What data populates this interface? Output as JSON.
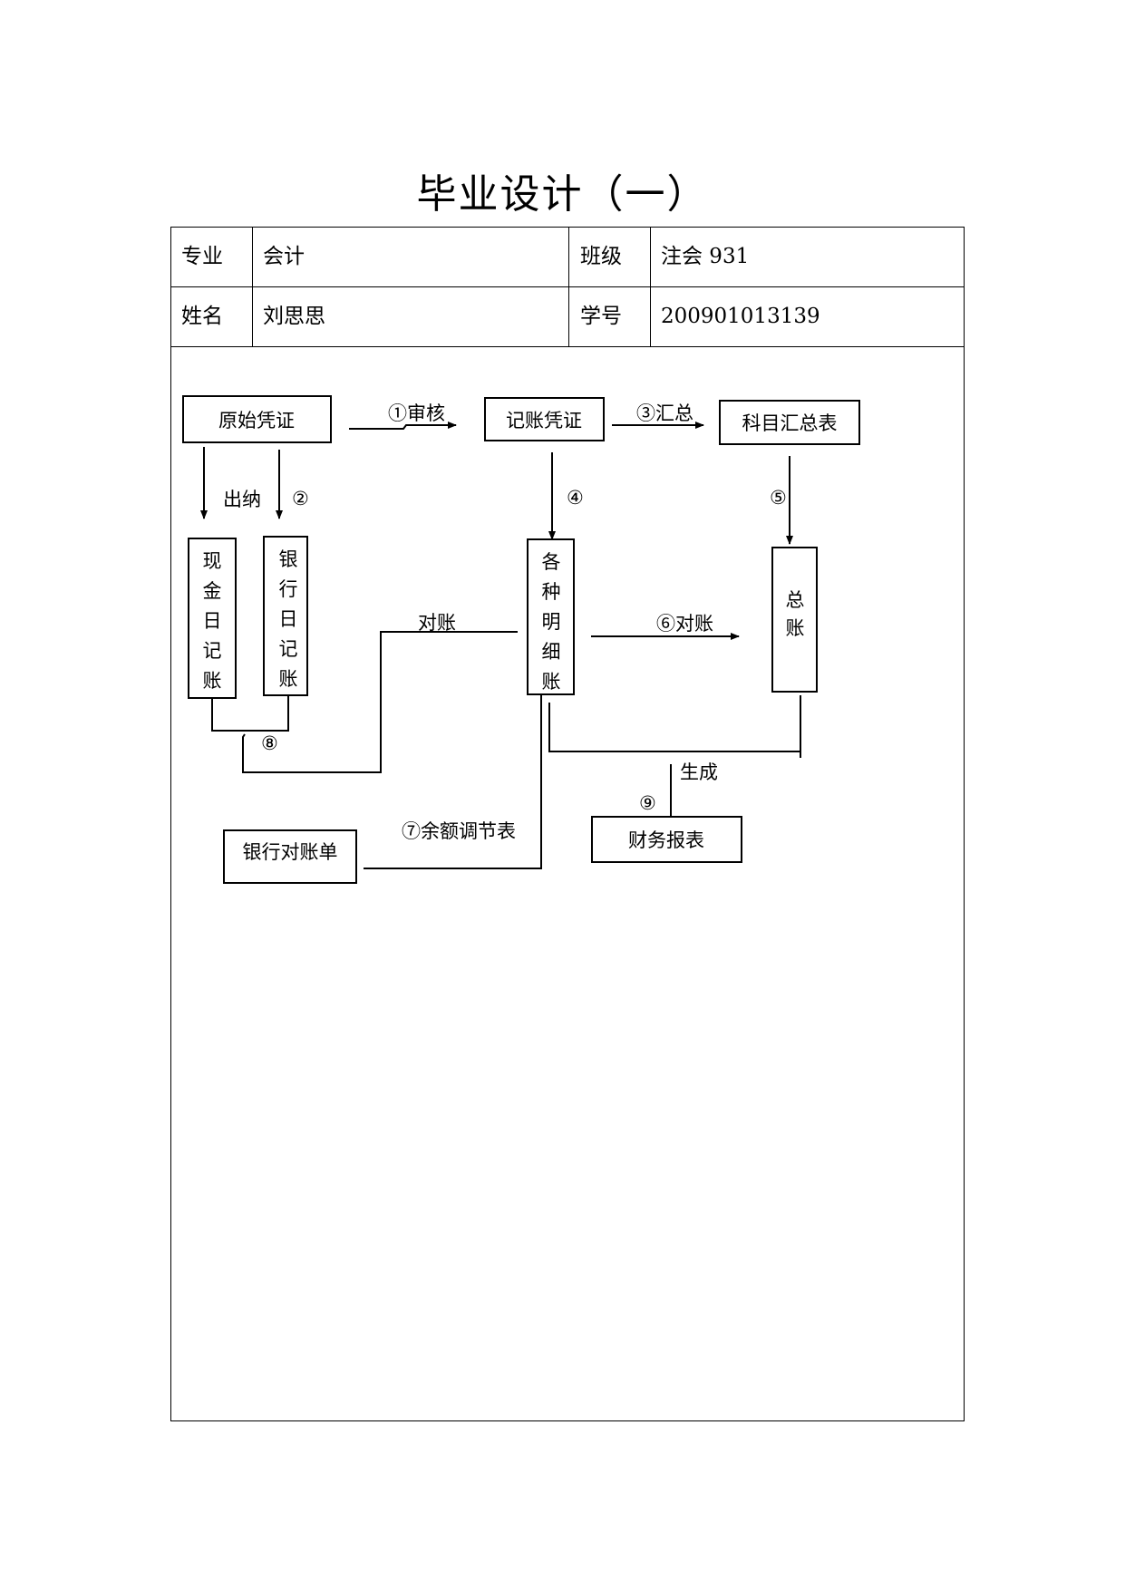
{
  "title": "毕业设计（一）",
  "info": {
    "major_label": "专业",
    "major_value": "会计",
    "class_label": "班级",
    "class_value": "注会 931",
    "name_label": "姓名",
    "name_value": "刘思思",
    "id_label": "学号",
    "id_value": "200901013139"
  },
  "flow": {
    "original_voucher": "原始凭证",
    "bookkeeping_voucher": "记账凭证",
    "summary_table": "科目汇总表",
    "cash_journal": "现金日记账",
    "bank_journal": "银行日记账",
    "detail_ledger": "各种明细账",
    "general_ledger": "总账",
    "bank_statement": "银行对账单",
    "financial_report": "财务报表",
    "step1": "①审核",
    "step2": "②",
    "step3": "③汇总",
    "step4": "④",
    "step5": "⑤",
    "step6": "⑥对账",
    "step7": "⑦余额调节表",
    "step8": "⑧",
    "step9": "⑨",
    "cashier": "出纳",
    "reconcile": "对账",
    "generate": "生成"
  }
}
